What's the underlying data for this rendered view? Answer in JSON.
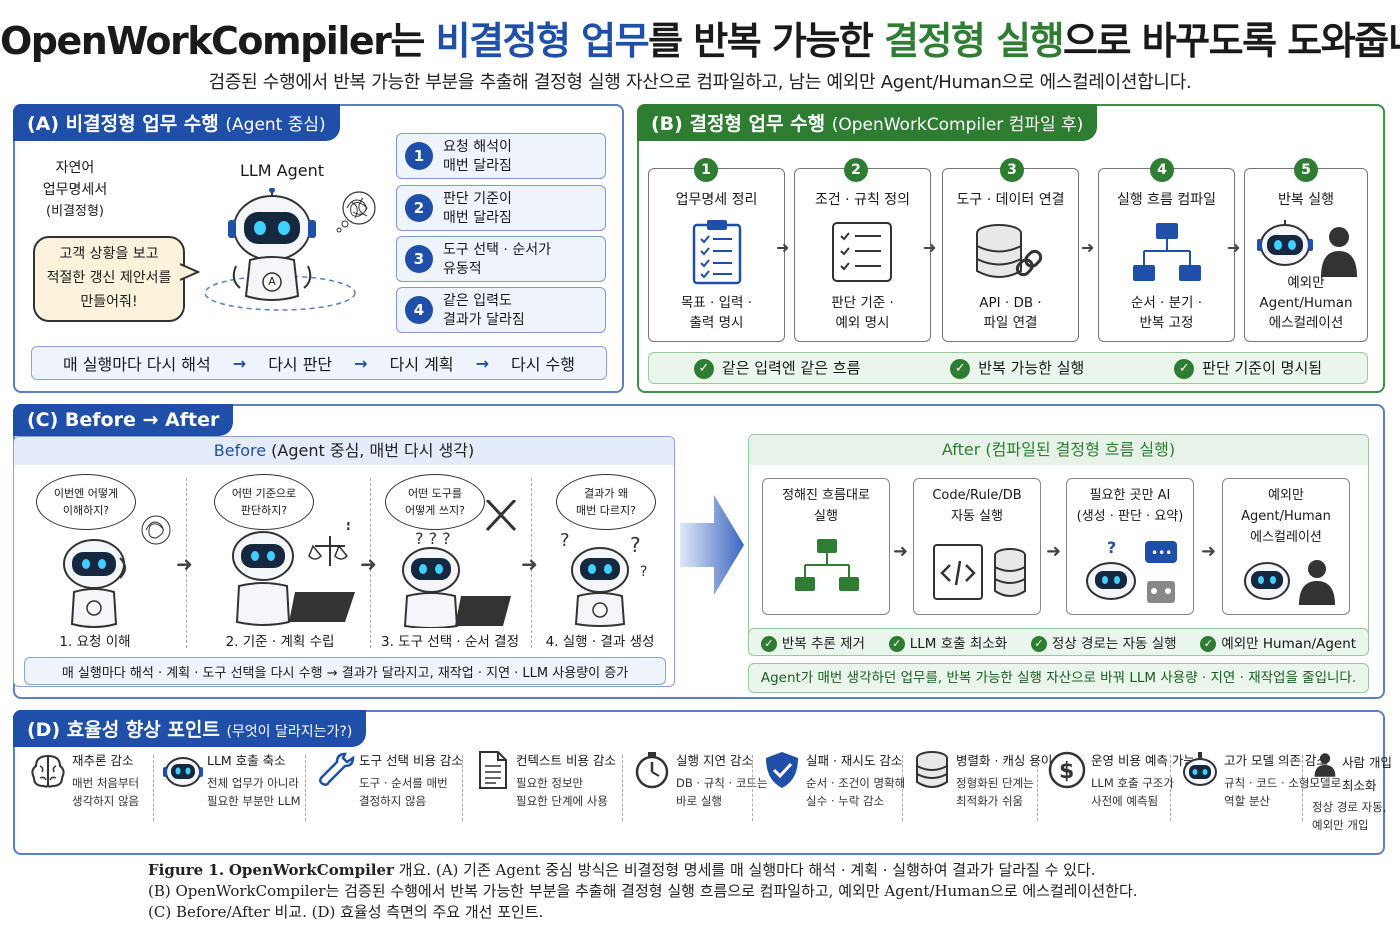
{
  "title": {
    "part1": "OpenWorkCompiler는 ",
    "part2": "비결정형 업무",
    "part3": "를 반복 가능한 ",
    "part4": "결정형 실행",
    "part5": "으로 바꾸도록 도와줍니다."
  },
  "subtitle": "검증된 수행에서 반복 가능한 부분을 추출해 결정형 실행 자산으로 컴파일하고, 남는 예외만 Agent/Human으로 에스컬레이션합니다.",
  "panel_a": {
    "tab": "(A) 비결정형 업무 수행",
    "tab_sub": "(Agent 중심)",
    "doc_line1": "자연어",
    "doc_line2": "업무명세서",
    "doc_line3": "(비결정형)",
    "bubble_line1": "고객 상황을 보고",
    "bubble_line2": "적절한 갱신 제안서를",
    "bubble_line3": "만들어줘!",
    "llm_label": "LLM Agent",
    "agent_mark": "A",
    "items": [
      {
        "num": "1",
        "line1": "요청 해석이",
        "line2": "매번 달라짐"
      },
      {
        "num": "2",
        "line1": "판단 기준이",
        "line2": "매번 달라짐"
      },
      {
        "num": "3",
        "line1": "도구 선택 · 순서가",
        "line2": "유동적"
      },
      {
        "num": "4",
        "line1": "같은 입력도",
        "line2": "결과가 달라짐"
      }
    ],
    "flow": [
      "매 실행마다 다시 해석",
      "다시 판단",
      "다시 계획",
      "다시 수행"
    ]
  },
  "panel_b": {
    "tab": "(B) 결정형 업무 수행",
    "tab_sub": "(OpenWorkCompiler 컴파일 후)",
    "steps": [
      {
        "num": "1",
        "title": "업무명세 정리",
        "line1": "목표 · 입력 ·",
        "line2": "출력 명시",
        "icon": "checklist-icon"
      },
      {
        "num": "2",
        "title": "조건 · 규칙 정의",
        "line1": "판단 기준 ·",
        "line2": "예외 명시",
        "icon": "rules-icon"
      },
      {
        "num": "3",
        "title": "도구 · 데이터 연결",
        "line1": "API · DB ·",
        "line2": "파일 연결",
        "icon": "database-link-icon"
      },
      {
        "num": "4",
        "title": "실행 흐름 컴파일",
        "line1": "순서 · 분기 ·",
        "line2": "반복 고정",
        "icon": "flow-tree-icon"
      },
      {
        "num": "5",
        "title": "반복 실행",
        "line1": "예외만",
        "line2": "Agent/Human",
        "line3": "에스컬레이션",
        "icon": "robot-person-icon"
      }
    ],
    "checks": [
      "같은 입력엔 같은 흐름",
      "반복 가능한 실행",
      "판단 기준이 명시됨"
    ]
  },
  "panel_c": {
    "tab": "(C) Before → After",
    "before_head_main": "Before",
    "before_head_sub": "(Agent 중심, 매번 다시 생각)",
    "stages": [
      {
        "label": "1. 요청 이해",
        "thought1": "이번엔 어떻게",
        "thought2": "이해하지?"
      },
      {
        "label": "2. 기준 · 계획 수립",
        "thought1": "어떤 기준으로",
        "thought2": "판단하지?"
      },
      {
        "label": "3. 도구 선택 · 순서 결정",
        "thought1": "어떤 도구를",
        "thought2": "어떻게 쓰지?"
      },
      {
        "label": "4. 실행 · 결과 생성",
        "thought1": "결과가 왜",
        "thought2": "매번 다르지?"
      }
    ],
    "before_bar": "매 실행마다 해석 · 계획 · 도구 선택을 다시 수행  →  결과가 달라지고, 재작업 · 지연 · LLM 사용량이 증가",
    "after_head_main": "After",
    "after_head_sub": "(컴파일된 결정형 흐름 실행)",
    "after_cards": [
      {
        "line1": "정해진 흐름대로",
        "line2": "실행",
        "line3": ""
      },
      {
        "line1": "Code/Rule/DB",
        "line2": "자동 실행",
        "line3": ""
      },
      {
        "line1": "필요한 곳만 AI",
        "line2": "(생성 · 판단 · 요약)",
        "line3": ""
      },
      {
        "line1": "예외만",
        "line2": "Agent/Human",
        "line3": "에스컬레이션"
      }
    ],
    "after_checks": [
      "반복 추론 제거",
      "LLM 호출 최소화",
      "정상 경로는 자동 실행",
      "예외만 Human/Agent"
    ],
    "after_bar": "Agent가 매번 생각하던 업무를, 반복 가능한 실행 자산으로 바꿔 LLM 사용량 · 지연 · 재작업을 줄입니다."
  },
  "panel_d": {
    "tab": "(D) 효율성 향상 포인트",
    "tab_sub": "(무엇이 달라지는가?)",
    "items": [
      {
        "title": "재추론 감소",
        "d1": "매번 처음부터",
        "d2": "생각하지 않음",
        "icon": "brain-icon"
      },
      {
        "title": "LLM 호출 축소",
        "d1": "전체 업무가 아니라",
        "d2": "필요한 부분만 LLM",
        "icon": "robot-icon"
      },
      {
        "title": "도구 선택 비용 감소",
        "d1": "도구 · 순서를 매번",
        "d2": "결정하지 않음",
        "icon": "wrench-icon"
      },
      {
        "title": "컨텍스트 비용 감소",
        "d1": "필요한 정보만",
        "d2": "필요한 단계에 사용",
        "icon": "document-icon"
      },
      {
        "title": "실행 지연 감소",
        "d1": "DB · 규칙 · 코드는",
        "d2": "바로 실행",
        "icon": "stopwatch-icon"
      },
      {
        "title": "실패 · 재시도 감소",
        "d1": "순서 · 조건이 명확해",
        "d2": "실수 · 누락 감소",
        "icon": "shield-check-icon"
      },
      {
        "title": "병렬화 · 캐싱 용이",
        "d1": "정형화된 단계는",
        "d2": "최적화가 쉬움",
        "icon": "database-icon"
      },
      {
        "title": "운영 비용 예측 가능",
        "d1": "LLM 호출 구조가",
        "d2": "사전에 예측됨",
        "icon": "dollar-icon"
      },
      {
        "title": "고가 모델 의존 감소",
        "d1": "규칙 · 코드 · 소형모델로",
        "d2": "역할 분산",
        "icon": "robot-gear-icon"
      },
      {
        "title": "사람 개입",
        "title2": "최소화",
        "d1": "정상 경로 자동,",
        "d2": "예외만 개입",
        "icon": "person-icon"
      }
    ]
  },
  "caption": {
    "figure": "Figure 1.",
    "name": "OpenWorkCompiler",
    "line1_rest": " 개요. (A) 기존 Agent 중심 방식은 비결정형 명세를 매 실행마다 해석 · 계획 · 실행하여 결과가 달라질 수 있다.",
    "line2": "(B) OpenWorkCompiler는 검증된 수행에서 반복 가능한 부분을 추출해 결정형 실행 흐름으로 컴파일하고, 예외만 Agent/Human으로 에스컬레이션한다.",
    "line3": "(C) Before/After 비교. (D) 효율성 측면의 주요 개선 포인트."
  },
  "colors": {
    "blue": "#1f4fa8",
    "green": "#2e7d32",
    "panel_blue_border": "#5b7ec7",
    "panel_green_border": "#3f8f45"
  }
}
